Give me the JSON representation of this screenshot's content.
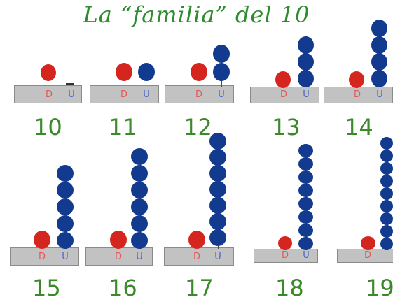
{
  "title": "La “familia” del 10",
  "place_labels": {
    "tens": "D",
    "units": "U"
  },
  "colors": {
    "title": "#2e8b2e",
    "number": "#3a8a2a",
    "ten_bead": "#d4261f",
    "unit_bead": "#123a8f",
    "base": "#c2c2c2"
  },
  "abacuses": [
    {
      "number": "10",
      "units": 0
    },
    {
      "number": "11",
      "units": 1
    },
    {
      "number": "12",
      "units": 2
    },
    {
      "number": "13",
      "units": 3
    },
    {
      "number": "14",
      "units": 4
    },
    {
      "number": "15",
      "units": 5
    },
    {
      "number": "16",
      "units": 6
    },
    {
      "number": "17",
      "units": 7
    },
    {
      "number": "18",
      "units": 8
    },
    {
      "number": "19",
      "units": 9
    }
  ]
}
